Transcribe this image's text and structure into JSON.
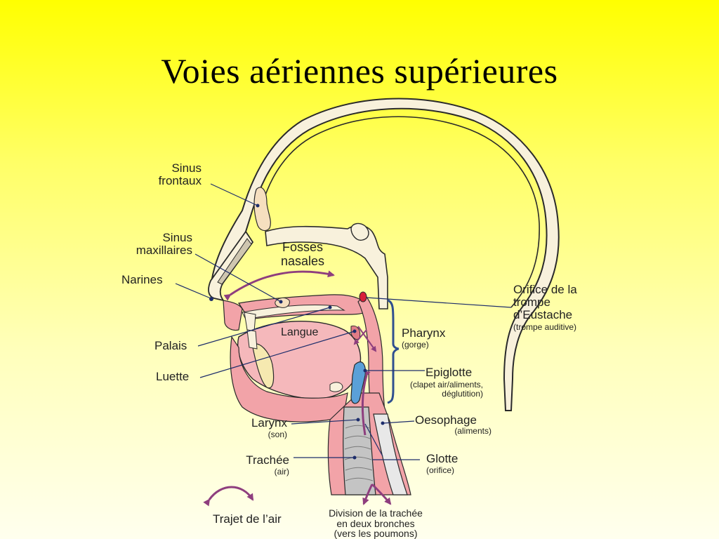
{
  "slide": {
    "title": "Voies aériennes supérieures"
  },
  "labels": {
    "sinus_frontaux": [
      "Sinus",
      "frontaux"
    ],
    "sinus_maxillaires": [
      "Sinus",
      "maxillaires"
    ],
    "narines": "Narines",
    "palais": "Palais",
    "luette": "Luette",
    "fosses_nasales": [
      "Fosses",
      "nasales"
    ],
    "langue": "Langue",
    "orifice": [
      "Orifice de la",
      "trompe",
      "d’Eustache"
    ],
    "orifice_sub": "(trompe auditive)",
    "pharynx": "Pharynx",
    "pharynx_sub": "(gorge)",
    "epiglotte": "Epiglotte",
    "epiglotte_sub": [
      "(clapet air/aliments,",
      "déglutition)"
    ],
    "larynx": "Larynx",
    "larynx_sub": "(son)",
    "oesophage": "Oesophage",
    "oesophage_sub": "(aliments)",
    "trachee": "Trachée",
    "trachee_sub": "(air)",
    "glotte": "Glotte",
    "glotte_sub": "(orifice)",
    "trajet": "Trajet de l’air",
    "division": [
      "Division de la trachée",
      "en deux bronches",
      "(vers les poumons)"
    ]
  },
  "colors": {
    "bone": "#f8f1dc",
    "outline": "#2a2a2a",
    "tissue": "#f2a3a8",
    "tissue_dark": "#e07c86",
    "tongue": "#f5b8bb",
    "airway": "#b5b5b5",
    "arrow": "#8e3e7e",
    "leader": "#1d2d6b",
    "epiglotte": "#5aa0d8"
  }
}
